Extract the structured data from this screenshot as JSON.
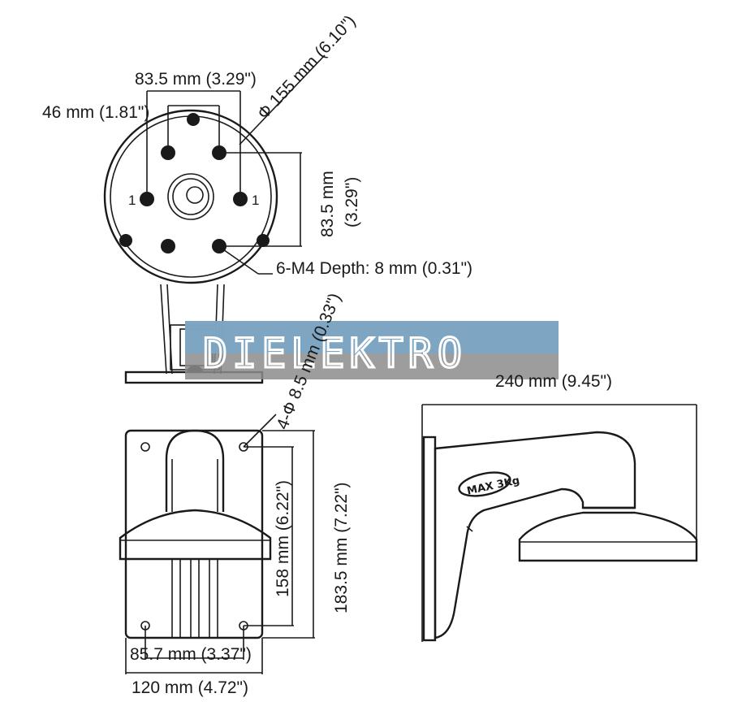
{
  "dimensions": {
    "top_pitch": "83.5 mm (3.29\")",
    "diameter": "Ф 155 mm (6.10\")",
    "offset_46": "46 mm (1.81\")",
    "vertical_pitch_mm": "83.5 mm",
    "vertical_pitch_in": "(3.29\")",
    "thread": "6-M4 Depth: 8 mm (0.31\")",
    "hole_spec": "4-Ф 8.5 mm (0.33\")",
    "length_240": "240 mm (9.45\")",
    "hole_span_158": "158 mm (6.22\")",
    "height_183": "183.5 mm (7.22\")",
    "hole_span_85": "85.7 mm (3.37\")",
    "width_120": "120 mm (4.72\")"
  },
  "hole_markers": {
    "left": "1",
    "right": "1"
  },
  "watermark": {
    "text": "DIELEKTRO",
    "band_color": "#7ba7c7",
    "band_gray": "#8c8c8c"
  },
  "label_plate": {
    "text": "MAX 3Kg"
  },
  "colors": {
    "ink": "#1a1a1a"
  }
}
